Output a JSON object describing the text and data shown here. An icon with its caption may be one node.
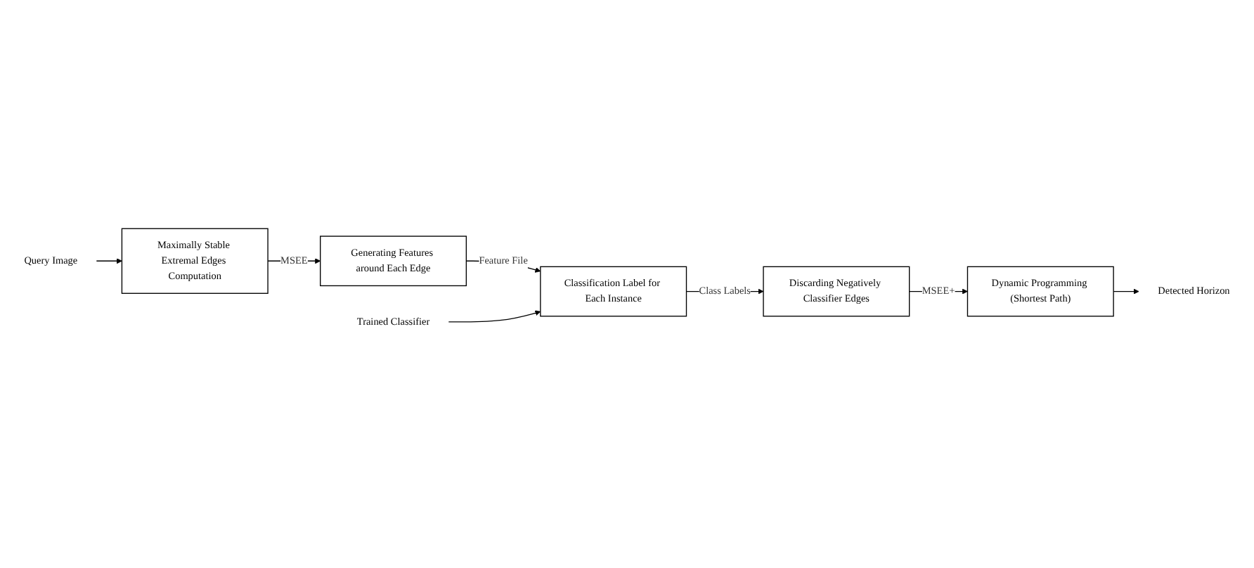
{
  "diagram": {
    "nodes": [
      {
        "text": [
          "Query Image"
        ]
      },
      {
        "text": [
          "Maximally Stable Extremal Edges Computation"
        ]
      },
      {
        "text": [
          "Generating Features around Each Edge"
        ]
      },
      {
        "text": [
          "Classification Label for Each Instance"
        ]
      },
      {
        "text": [
          "Trained Classifier"
        ]
      },
      {
        "text": [
          "Discarding Negatively Classifier Edges"
        ]
      },
      {
        "text": [
          "Dynamic Programming (Shortest Path)"
        ]
      },
      {
        "text": [
          "Detected Horizon"
        ]
      }
    ],
    "edges": [
      {
        "from": 0,
        "to": 1,
        "arrow": "to"
      },
      {
        "from": 1,
        "to": 2,
        "arrow": "to",
        "label": "MSEE"
      },
      {
        "from": 2,
        "to": 3,
        "arrow": "to",
        "label": "Feature File"
      },
      {
        "from": 4,
        "to": 3,
        "arrow": "to"
      },
      {
        "from": 3,
        "to": 5,
        "arrow": "to",
        "label": "Class Labels"
      },
      {
        "from": 5,
        "to": 6,
        "arrow": "to",
        "label": "MSEE+"
      },
      {
        "from": 6,
        "to": 7,
        "arrow": "to"
      }
    ]
  }
}
